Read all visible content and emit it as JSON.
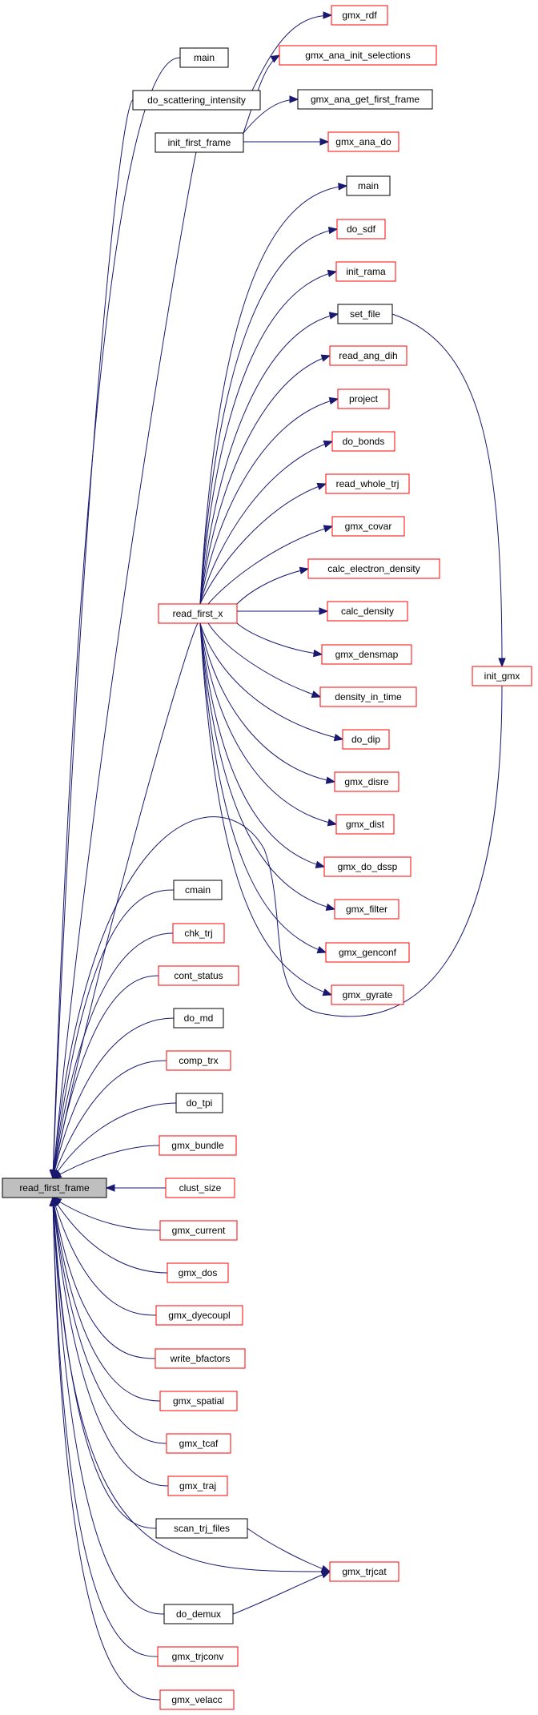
{
  "colors": {
    "edge": "#191970",
    "linked_border": "#ff0000",
    "plain_border": "#000000",
    "focus_fill": "#bfbfbf"
  },
  "nodes": {
    "read_first_frame": {
      "label": "read_first_frame",
      "style": "focus"
    },
    "main1": {
      "label": "main",
      "style": "black"
    },
    "do_scattering_intensity": {
      "label": "do_scattering_intensity",
      "style": "black"
    },
    "gmx_rdf": {
      "label": "gmx_rdf",
      "style": "red"
    },
    "init_first_frame": {
      "label": "init_first_frame",
      "style": "black"
    },
    "gmx_ana_init_selections": {
      "label": "gmx_ana_init_selections",
      "style": "red"
    },
    "gmx_ana_get_first_frame": {
      "label": "gmx_ana_get_first_frame",
      "style": "black"
    },
    "gmx_ana_do": {
      "label": "gmx_ana_do",
      "style": "red"
    },
    "read_first_x": {
      "label": "read_first_x",
      "style": "red"
    },
    "main2": {
      "label": "main",
      "style": "black"
    },
    "do_sdf": {
      "label": "do_sdf",
      "style": "red"
    },
    "init_rama": {
      "label": "init_rama",
      "style": "red"
    },
    "set_file": {
      "label": "set_file",
      "style": "black"
    },
    "read_ang_dih": {
      "label": "read_ang_dih",
      "style": "red"
    },
    "project": {
      "label": "project",
      "style": "red"
    },
    "do_bonds": {
      "label": "do_bonds",
      "style": "red"
    },
    "read_whole_trj": {
      "label": "read_whole_trj",
      "style": "red"
    },
    "gmx_covar": {
      "label": "gmx_covar",
      "style": "red"
    },
    "calc_electron_density": {
      "label": "calc_electron_density",
      "style": "red"
    },
    "calc_density": {
      "label": "calc_density",
      "style": "red"
    },
    "gmx_densmap": {
      "label": "gmx_densmap",
      "style": "red"
    },
    "density_in_time": {
      "label": "density_in_time",
      "style": "red"
    },
    "do_dip": {
      "label": "do_dip",
      "style": "red"
    },
    "gmx_disre": {
      "label": "gmx_disre",
      "style": "red"
    },
    "gmx_dist": {
      "label": "gmx_dist",
      "style": "red"
    },
    "gmx_do_dssp": {
      "label": "gmx_do_dssp",
      "style": "red"
    },
    "gmx_filter": {
      "label": "gmx_filter",
      "style": "red"
    },
    "gmx_genconf": {
      "label": "gmx_genconf",
      "style": "red"
    },
    "gmx_gyrate": {
      "label": "gmx_gyrate",
      "style": "red"
    },
    "init_gmx": {
      "label": "init_gmx",
      "style": "red"
    },
    "cmain": {
      "label": "cmain",
      "style": "black"
    },
    "chk_trj": {
      "label": "chk_trj",
      "style": "red"
    },
    "cont_status": {
      "label": "cont_status",
      "style": "red"
    },
    "do_md": {
      "label": "do_md",
      "style": "black"
    },
    "comp_trx": {
      "label": "comp_trx",
      "style": "red"
    },
    "do_tpi": {
      "label": "do_tpi",
      "style": "black"
    },
    "gmx_bundle": {
      "label": "gmx_bundle",
      "style": "red"
    },
    "clust_size": {
      "label": "clust_size",
      "style": "red"
    },
    "gmx_current": {
      "label": "gmx_current",
      "style": "red"
    },
    "gmx_dos": {
      "label": "gmx_dos",
      "style": "red"
    },
    "gmx_dyecoupl": {
      "label": "gmx_dyecoupl",
      "style": "red"
    },
    "write_bfactors": {
      "label": "write_bfactors",
      "style": "red"
    },
    "gmx_spatial": {
      "label": "gmx_spatial",
      "style": "red"
    },
    "gmx_tcaf": {
      "label": "gmx_tcaf",
      "style": "red"
    },
    "gmx_traj": {
      "label": "gmx_traj",
      "style": "red"
    },
    "scan_trj_files": {
      "label": "scan_trj_files",
      "style": "black"
    },
    "gmx_trjcat": {
      "label": "gmx_trjcat",
      "style": "red"
    },
    "do_demux": {
      "label": "do_demux",
      "style": "black"
    },
    "gmx_trjconv": {
      "label": "gmx_trjconv",
      "style": "red"
    },
    "gmx_velacc": {
      "label": "gmx_velacc",
      "style": "red"
    }
  }
}
